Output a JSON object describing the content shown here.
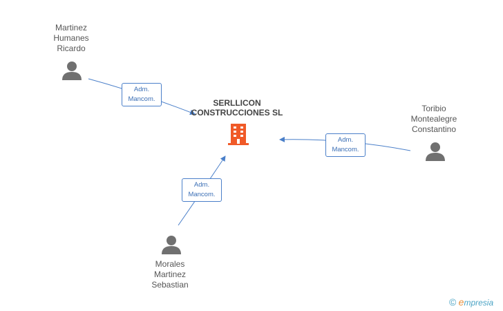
{
  "company": {
    "name_line1": "SERLLICON",
    "name_line2": "CONSTRUCCIONES SL",
    "icon": "building-icon",
    "color": "#f05a28"
  },
  "persons": [
    {
      "id": "p1",
      "lines": [
        "Martinez",
        "Humanes",
        "Ricardo"
      ],
      "icon": "person-icon"
    },
    {
      "id": "p2",
      "lines": [
        "Toribio",
        "Montealegre",
        "Constantino"
      ],
      "icon": "person-icon"
    },
    {
      "id": "p3",
      "lines": [
        "Morales",
        "Martinez",
        "Sebastian"
      ],
      "icon": "person-icon"
    }
  ],
  "relations": [
    {
      "from": "p1",
      "label_line1": "Adm.",
      "label_line2": "Mancom."
    },
    {
      "from": "p2",
      "label_line1": "Adm.",
      "label_line2": "Mancom."
    },
    {
      "from": "p3",
      "label_line1": "Adm.",
      "label_line2": "Mancom."
    }
  ],
  "colors": {
    "edge": "#4a7fc9",
    "person_icon": "#707070",
    "text": "#555555"
  },
  "footer": {
    "copyright": "©",
    "brand_initial": "e",
    "brand_rest": "mpresia"
  }
}
